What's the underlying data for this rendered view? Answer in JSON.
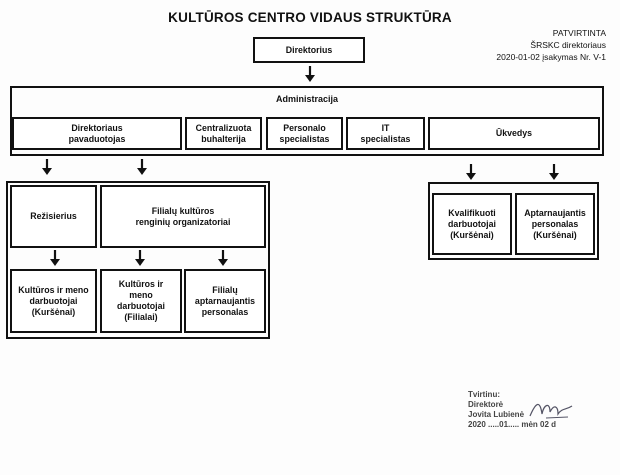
{
  "title": "KULTŪROS CENTRO VIDAUS STRUKTŪRA",
  "approval": {
    "line1": "PATVIRTINTA",
    "line2": "ŠRSKC direktoriaus",
    "line3": "2020-01-02 įsakymas Nr. V-1"
  },
  "nodes": {
    "director": "Direktorius",
    "administration": "Administracija",
    "deputy": "Direktoriaus\npavaduotojas",
    "central_accounting": "Centralizuota\nbuhalterija",
    "personnel": "Personalo\nspecialistas",
    "it": "IT\nspecialistas",
    "household": "Ūkvedys",
    "director_stage": "Režisierius",
    "branch_organizers": "Filialų kultūros\nrenginių organizatoriai",
    "art_workers_kursenai": "Kultūros ir meno\ndarbuotojai\n(Kuršėnai)",
    "art_workers_branches": "Kultūros ir meno\ndarbuotojai\n(Filialai)",
    "branch_service_staff": "Filialų\naptarnaujantis\npersonalas",
    "qualified_workers": "Kvalifikuoti\ndarbuotojai\n(Kuršėnai)",
    "service_staff": "Aptarnaujantis\npersonalas\n(Kuršėnai)"
  },
  "signature": {
    "line1": "Tvirtinu:",
    "line2": "Direktorė",
    "line3": "Jovita Lubienė",
    "line4": "2020 .....01..... mėn 02 d"
  }
}
